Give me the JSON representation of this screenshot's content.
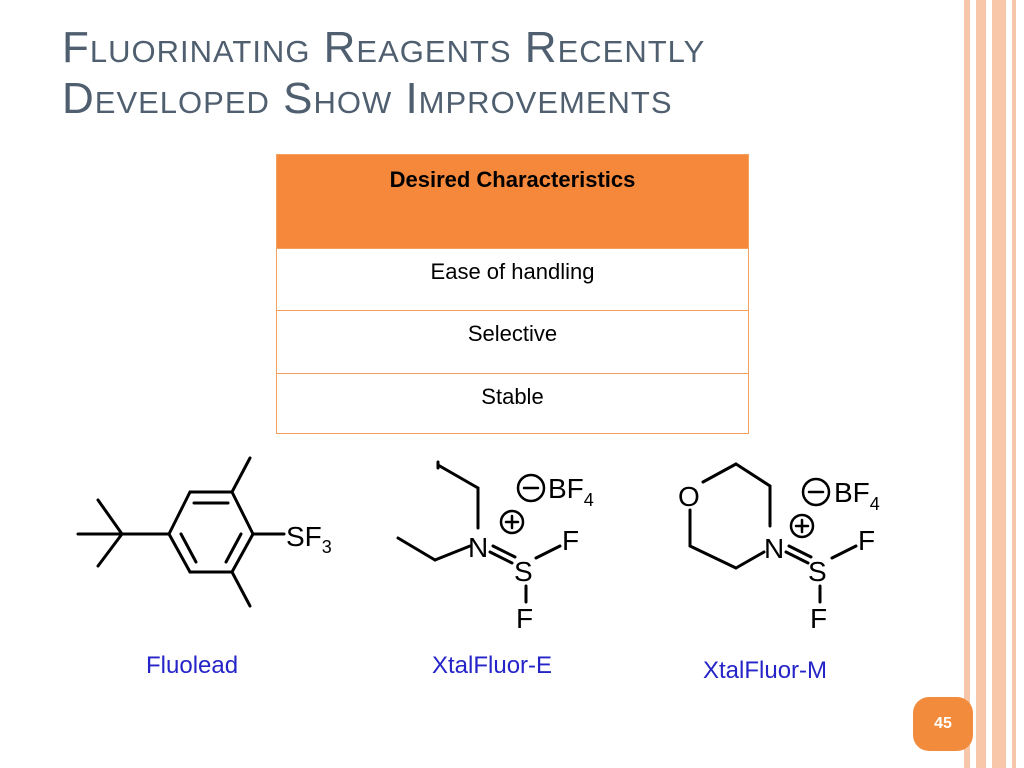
{
  "slide": {
    "title_line1": "Fluorinating Reagents Recently",
    "title_line2": "Developed Show Improvements",
    "page_number": "45",
    "accent_color": "#f5883a",
    "stripe_color": "#f8c7aa"
  },
  "table": {
    "header": "Desired Characteristics",
    "rows": [
      "Ease of handling",
      "Selective",
      "Stable"
    ]
  },
  "structures": [
    {
      "caption": "Fluolead",
      "labels": {
        "group": "SF",
        "subscript": "3"
      }
    },
    {
      "caption": "XtalFluor-E",
      "labels": {
        "counterion": "BF",
        "counterion_subscript": "4",
        "minus": "−",
        "plus": "+",
        "nitrogen": "N",
        "sulfur": "S",
        "fluorine_right": "F",
        "fluorine_bottom": "F"
      }
    },
    {
      "caption": "XtalFluor-M",
      "labels": {
        "counterion": "BF",
        "counterion_subscript": "4",
        "minus": "−",
        "plus": "+",
        "nitrogen": "N",
        "sulfur": "S",
        "fluorine_right": "F",
        "fluorine_bottom": "F",
        "oxygen": "O"
      }
    }
  ]
}
